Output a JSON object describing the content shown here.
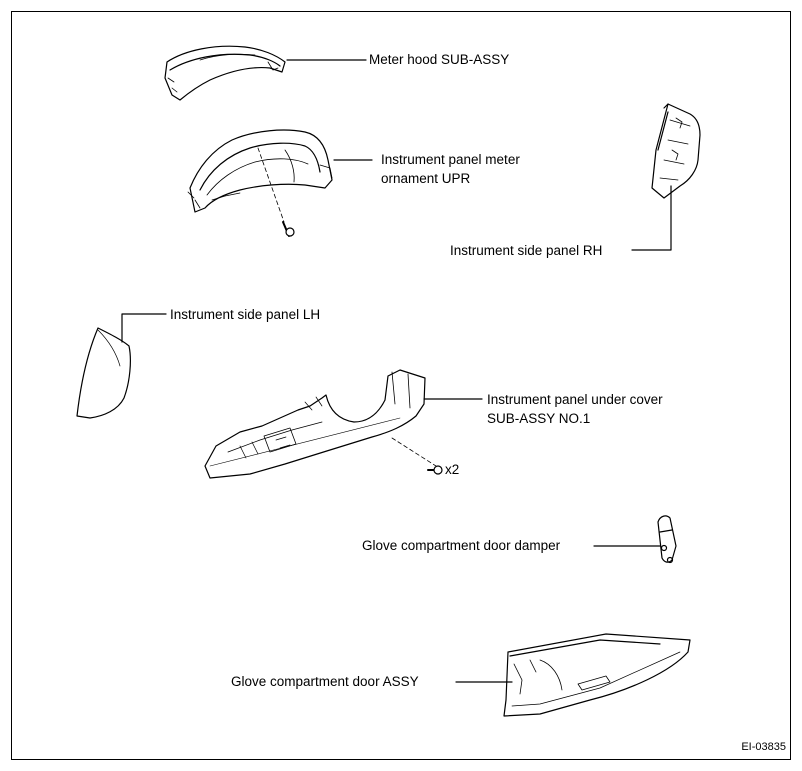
{
  "labels": {
    "meter_hood": "Meter hood SUB-ASSY",
    "ornament_line1": "Instrument panel meter",
    "ornament_line2": "ornament UPR",
    "side_panel_rh": "Instrument side panel RH",
    "side_panel_lh": "Instrument side panel LH",
    "under_cover_line1": "Instrument panel under cover",
    "under_cover_line2": "SUB-ASSY NO.1",
    "screw_qty": "x2",
    "door_damper": "Glove compartment door damper",
    "door_assy": "Glove compartment door ASSY"
  },
  "figure_code": "EI-03835"
}
